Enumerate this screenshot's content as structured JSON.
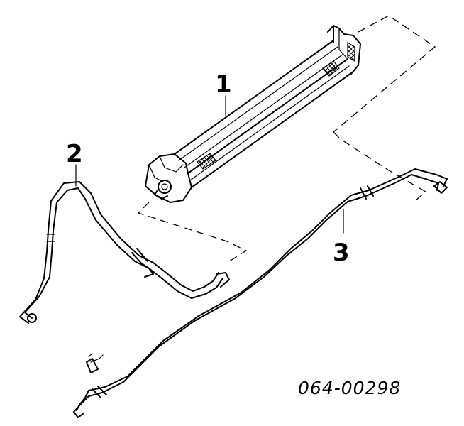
{
  "diagram": {
    "callouts": [
      {
        "id": "1",
        "text": "1"
      },
      {
        "id": "2",
        "text": "2"
      },
      {
        "id": "3",
        "text": "3"
      }
    ],
    "part_number": "064-00298"
  }
}
